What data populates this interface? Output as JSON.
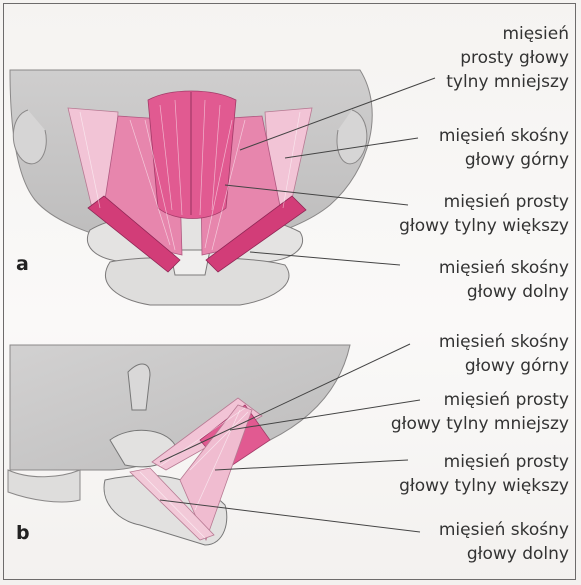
{
  "panel_a": {
    "letter": "a",
    "labels": [
      {
        "line1": "mięsień",
        "line2": "prosty głowy",
        "line3": "tylny mniejszy"
      },
      {
        "line1": "mięsień skośny",
        "line2": "głowy górny"
      },
      {
        "line1": "mięsień prosty",
        "line2": "głowy tylny większy"
      },
      {
        "line1": "mięsień skośny",
        "line2": "głowy dolny"
      }
    ]
  },
  "panel_b": {
    "letter": "b",
    "labels": [
      {
        "line1": "mięsień skośny",
        "line2": "głowy górny"
      },
      {
        "line1": "mięsień prosty",
        "line2": "głowy tylny mniejszy"
      },
      {
        "line1": "mięsień prosty",
        "line2": "głowy tylny większy"
      },
      {
        "line1": "mięsień skośny",
        "line2": "głowy dolny"
      }
    ]
  },
  "colors": {
    "muscle_dark": "#d8447e",
    "muscle_mid": "#e37aa3",
    "muscle_light": "#f2c4d6",
    "bone_grey": "#c6c5c5"
  }
}
